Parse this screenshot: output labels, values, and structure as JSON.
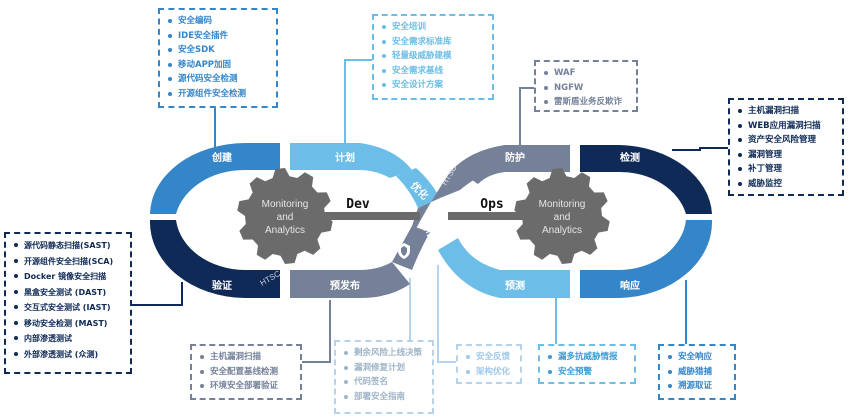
{
  "segments": {
    "create": "创建",
    "plan": "计划",
    "verify": "验证",
    "prerelease": "预发布",
    "optimize": "优化",
    "release": "发布",
    "protect": "防护",
    "detect": "检测",
    "predict": "预测",
    "respond": "响应"
  },
  "center_left": {
    "label": "Dev",
    "gear_line1": "Monitoring",
    "gear_line2": "and",
    "gear_line3": "Analytics"
  },
  "center_right": {
    "label": "Ops",
    "gear_line1": "Monitoring",
    "gear_line2": "and",
    "gear_line3": "Analytics"
  },
  "watermark": "HTSC",
  "boxes": {
    "create": [
      "安全编码",
      "IDE安全插件",
      "安全SDK",
      "移动APP加固",
      "源代码安全检测",
      "开源组件安全检测"
    ],
    "plan": [
      "安全培训",
      "安全需求标准库",
      "轻量级威胁建模",
      "安全需求基线",
      "安全设计方案"
    ],
    "verify": [
      "源代码静态扫描(SAST)",
      "开源组件安全扫描(SCA)",
      "Docker 镜像安全扫描",
      "黑盒安全测试 (DAST)",
      "交互式安全测试 (IAST)",
      "移动安全检测 (MAST)",
      "内部渗透测试",
      "外部渗透测试 (众测)"
    ],
    "prerelease": [
      "主机漏洞扫描",
      "安全配置基线检测",
      "环境安全部署验证"
    ],
    "release": [
      "剩余风险上线决策",
      "漏洞修复计划",
      "代码签名",
      "部署安全指南"
    ],
    "optimize": [
      "安全反馈",
      "架构优化"
    ],
    "protect": [
      "WAF",
      "NGFW",
      "雷斯盾业务反欺诈"
    ],
    "detect": [
      "主机漏洞扫描",
      "WEB应用漏洞扫描",
      "资产安全风险管理",
      "漏洞管理",
      "补丁管理",
      "威胁监控"
    ],
    "predict": [
      "漏多抗威胁情报",
      "安全预警"
    ],
    "respond": [
      "安全响应",
      "威胁猎捕",
      "溯源取证"
    ]
  },
  "colors": {
    "dark": "#0f2a56",
    "mid": "#3585c9",
    "light": "#6cbde8",
    "grey": "#748199",
    "pale": "#b7d3ec",
    "gear": "#6b6b6b"
  }
}
